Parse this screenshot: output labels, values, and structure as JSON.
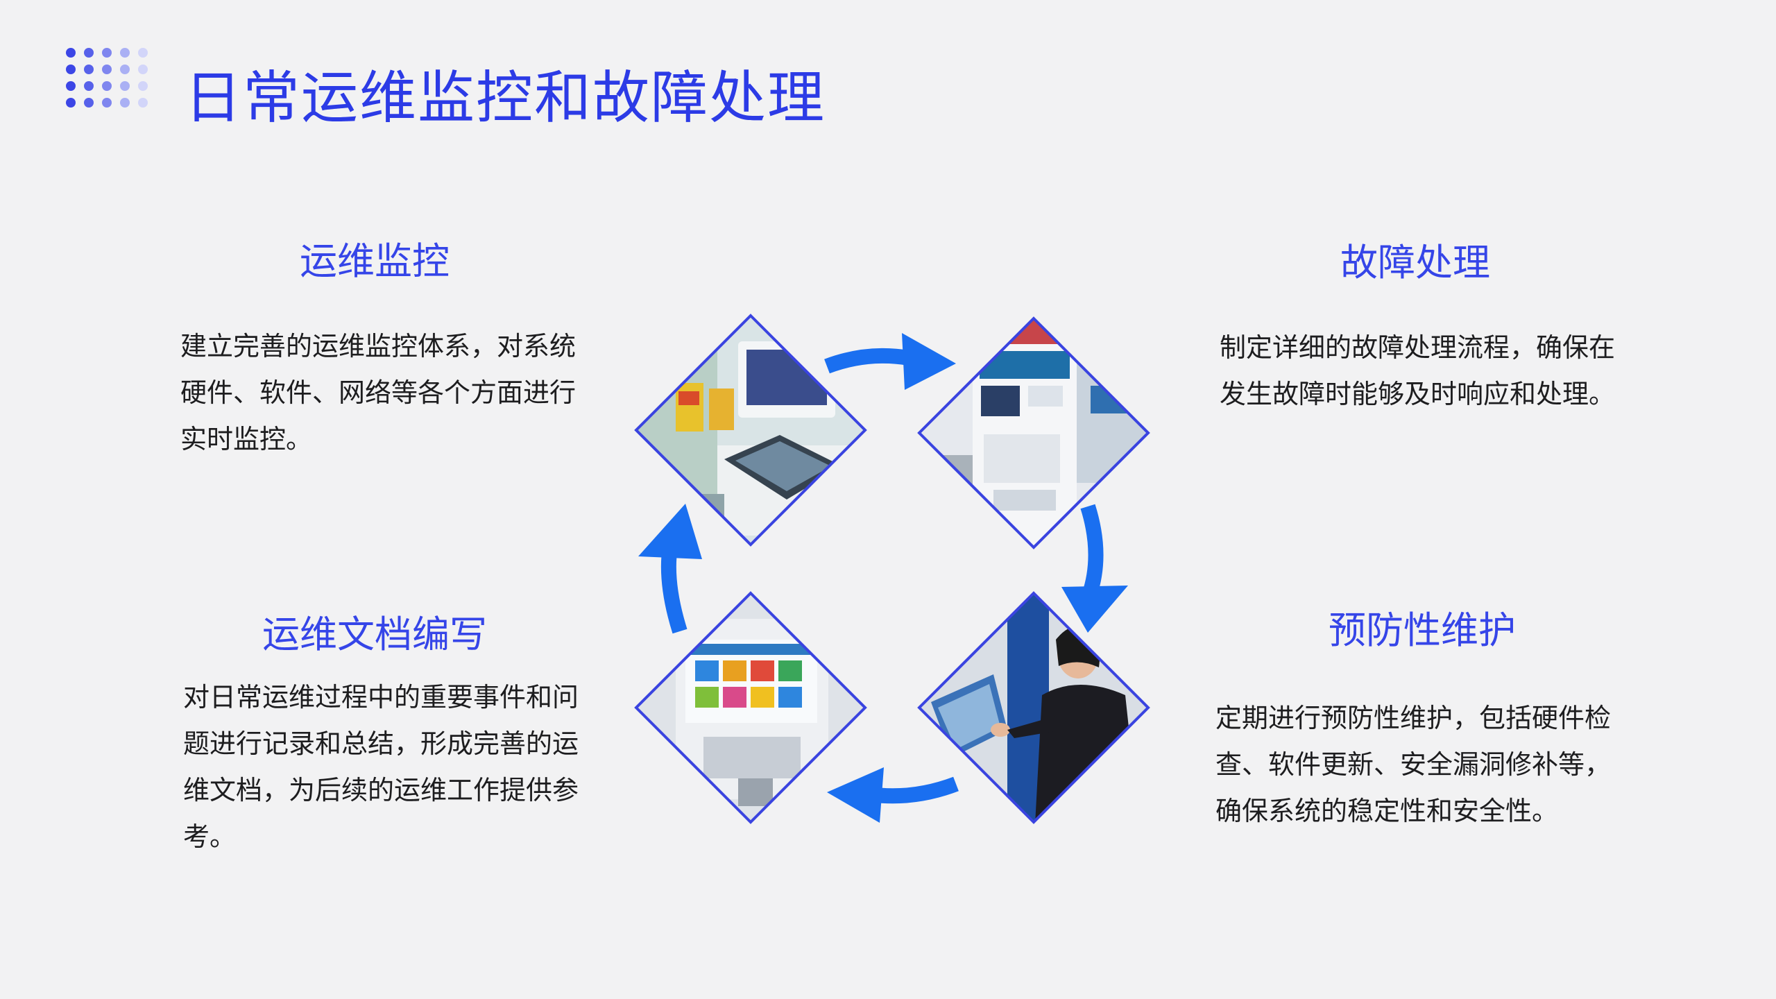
{
  "page": {
    "title": "日常运维监控和故障处理",
    "accent": "#2c3be6",
    "arrow_color": "#1a6ff0"
  },
  "sections": {
    "monitoring": {
      "title": "运维监控",
      "body": "建立完善的运维监控体系，对系统硬件、软件、网络等各个方面进行实时监控。"
    },
    "fault": {
      "title": "故障处理",
      "body": "制定详细的故障处理流程，确保在发生故障时能够及时响应和处理。"
    },
    "docs": {
      "title": "运维文档编写",
      "body": "对日常运维过程中的重要事件和问题进行记录和总结，形成完善的运维文档，为后续的运维工作提供参考。"
    },
    "maintenance": {
      "title": "预防性维护",
      "body": "定期进行预防性维护，包括硬件检查、软件更新、安全漏洞修补等，确保系统的稳定性和安全性。"
    }
  },
  "icons": {
    "decor": "dot-grid-icon",
    "cycle": "cycle-arrow-icon"
  }
}
